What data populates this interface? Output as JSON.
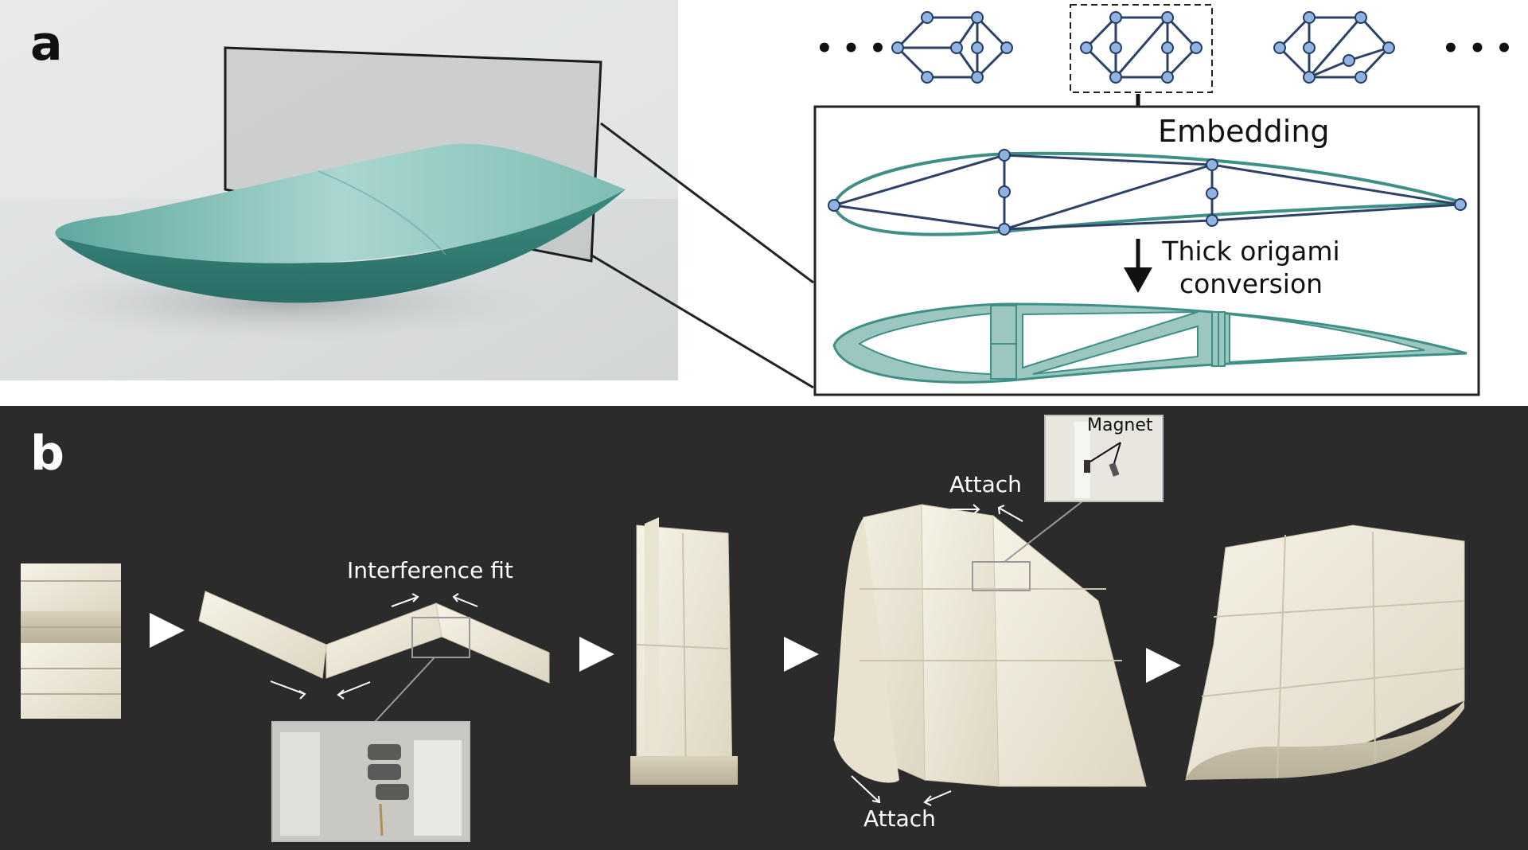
{
  "panels": {
    "a": {
      "letter": "a"
    },
    "b": {
      "letter": "b"
    }
  },
  "diagram": {
    "ellipsis_left": "• • •",
    "ellipsis_right": "• • •",
    "step1_label": "Embedding",
    "step2_label_line1": "Thick origami",
    "step2_label_line2": "conversion"
  },
  "assembly": {
    "label_interference": "Interference fit",
    "label_attach_top": "Attach",
    "label_attach_bottom": "Attach",
    "label_magnet": "Magnet"
  },
  "colors": {
    "teal": "#3e8f86",
    "teal_fill": "#9cc7c1",
    "node_fill": "#8fb4e0",
    "node_stroke": "#243b63",
    "edge": "#2d4266",
    "panel_b_bg": "#2b2b2b",
    "part_ivory": "#efeadb"
  }
}
